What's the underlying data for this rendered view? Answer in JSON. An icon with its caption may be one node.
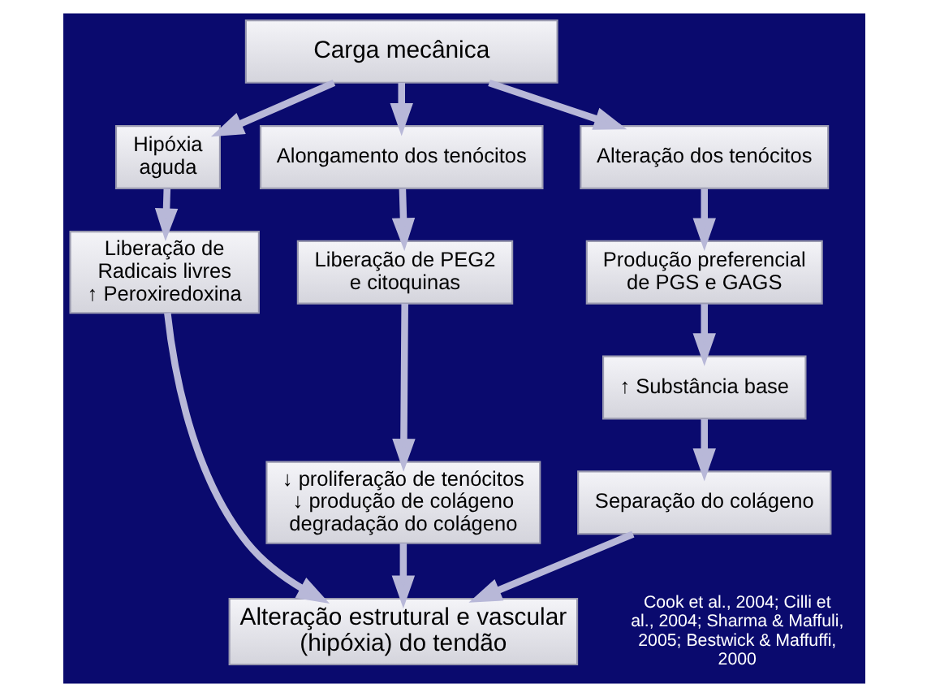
{
  "diagram": {
    "nodes": [
      {
        "text": [
          "Carga mecânica"
        ]
      },
      {
        "text": [
          "Hipóxia aguda"
        ]
      },
      {
        "text": [
          "Alongamento dos tenócitos"
        ]
      },
      {
        "text": [
          "Alteração dos tenócitos"
        ]
      },
      {
        "text": [
          "Liberação de Radicais livres",
          "↑ Peroxiredoxina"
        ]
      },
      {
        "text": [
          "Liberação de PEG2 e citoquinas"
        ]
      },
      {
        "text": [
          "Produção preferencial de PGS e GAGS"
        ]
      },
      {
        "text": [
          "↓ proliferação de tenócitos",
          "↓ produção de colágeno",
          "degradação do colágeno"
        ]
      },
      {
        "text": [
          "↑ Substância base"
        ]
      },
      {
        "text": [
          "Separação do colágeno"
        ]
      },
      {
        "text": [
          "Alteração estrutural e vascular (hipóxia) do tendão"
        ]
      }
    ],
    "edges": [
      {
        "from": 0,
        "to": 1,
        "arrow": "to"
      },
      {
        "from": 0,
        "to": 2,
        "arrow": "to"
      },
      {
        "from": 0,
        "to": 3,
        "arrow": "to"
      },
      {
        "from": 1,
        "to": 4,
        "arrow": "to"
      },
      {
        "from": 2,
        "to": 5,
        "arrow": "to"
      },
      {
        "from": 3,
        "to": 6,
        "arrow": "to"
      },
      {
        "from": 5,
        "to": 7,
        "arrow": "to"
      },
      {
        "from": 6,
        "to": 8,
        "arrow": "to"
      },
      {
        "from": 8,
        "to": 9,
        "arrow": "to"
      },
      {
        "from": 4,
        "to": 10,
        "arrow": "to"
      },
      {
        "from": 7,
        "to": 10,
        "arrow": "to"
      },
      {
        "from": 9,
        "to": 10,
        "arrow": "to"
      }
    ],
    "labels": [
      "Cook et al., 2004; Cilli et al., 2004; Sharma & Maffuli, 2005; Bestwick & Maffuffi, 2000"
    ]
  }
}
